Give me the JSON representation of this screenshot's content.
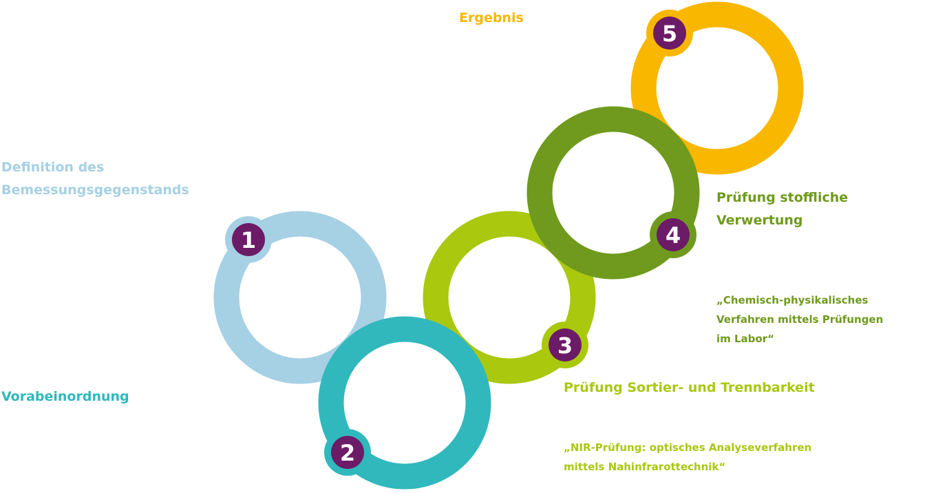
{
  "colors": {
    "step1": "#a6d0e4",
    "step2": "#30b8bd",
    "step3": "#a9c80e",
    "step4": "#6f9a1d",
    "step5": "#f9b700",
    "badge": "#6c1b67",
    "badge_text": "#ffffff"
  },
  "steps": [
    {
      "number": "1",
      "title_lines": [
        "Definition des",
        "Bemessungsgegenstands"
      ],
      "description_lines": []
    },
    {
      "number": "2",
      "title_lines": [
        "Vorabeinordnung"
      ],
      "description_lines": []
    },
    {
      "number": "3",
      "title_lines": [
        "Prüfung Sortier- und Trennbarkeit"
      ],
      "description_lines": [
        "„NIR-Prüfung: optisches Analyseverfahren",
        "mittels Nahinfrarottechnik“"
      ]
    },
    {
      "number": "4",
      "title_lines": [
        "Prüfung stoffliche",
        "Verwertung"
      ],
      "description_lines": [
        "„Chemisch-physikalisches",
        "Verfahren mittels Prüfungen",
        "im Labor“"
      ]
    },
    {
      "number": "5",
      "title_lines": [
        "Ergebnis"
      ],
      "description_lines": []
    }
  ]
}
